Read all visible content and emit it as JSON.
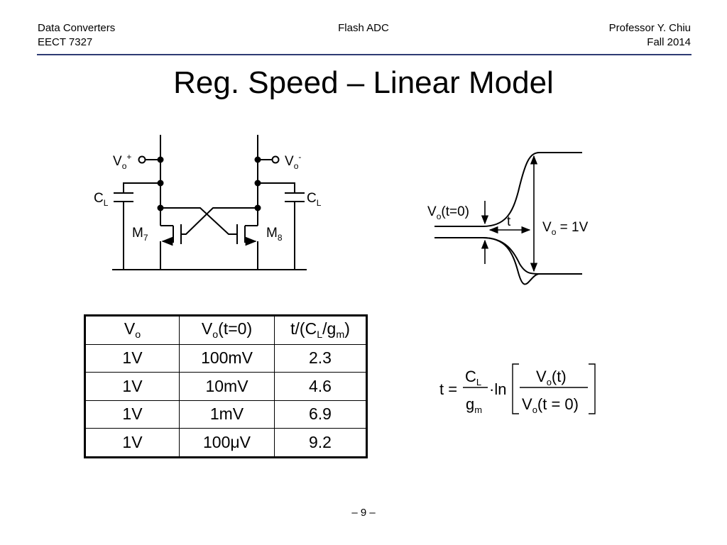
{
  "header": {
    "course": "Data Converters",
    "code": "EECT 7327",
    "topic": "Flash ADC",
    "professor": "Professor Y. Chiu",
    "term": "Fall 2014"
  },
  "title": "Reg. Speed – Linear Model",
  "circuit": {
    "out_pos": "V",
    "out_pos_sub": "o",
    "out_pos_sup": "+",
    "out_neg": "V",
    "out_neg_sub": "o",
    "out_neg_sup": "-",
    "cap_left": "C",
    "cap_left_sub": "L",
    "cap_right": "C",
    "cap_right_sub": "L",
    "m_left": "M",
    "m_left_sub": "7",
    "m_right": "M",
    "m_right_sub": "8"
  },
  "waveform": {
    "initial_label": "V",
    "initial_sub": "o",
    "initial_suffix": "(t=0)",
    "time_label": "t",
    "final_label": "V",
    "final_sub": "o",
    "final_suffix": " = 1V"
  },
  "table": {
    "headers": [
      {
        "main": "V",
        "sub": "o",
        "tail": ""
      },
      {
        "main": "V",
        "sub": "o",
        "tail": "(t=0)"
      },
      {
        "main": "t/(C",
        "sub": "L",
        "mid": "/g",
        "sub2": "m",
        "tail": ")"
      }
    ],
    "rows": [
      [
        "1V",
        "100mV",
        "2.3"
      ],
      [
        "1V",
        "10mV",
        "4.6"
      ],
      [
        "1V",
        "1mV",
        "6.9"
      ],
      [
        "1V",
        "100μV",
        "9.2"
      ]
    ]
  },
  "formula": {
    "lhs": "t =",
    "num": "C",
    "num_sub": "L",
    "den": "g",
    "den_sub": "m",
    "op": "·ln",
    "inner_num": "V",
    "inner_num_sub": "o",
    "inner_num_arg": "(t)",
    "inner_den": "V",
    "inner_den_sub": "o",
    "inner_den_arg": "(t = 0)"
  },
  "footer": {
    "page": "– 9 –"
  }
}
